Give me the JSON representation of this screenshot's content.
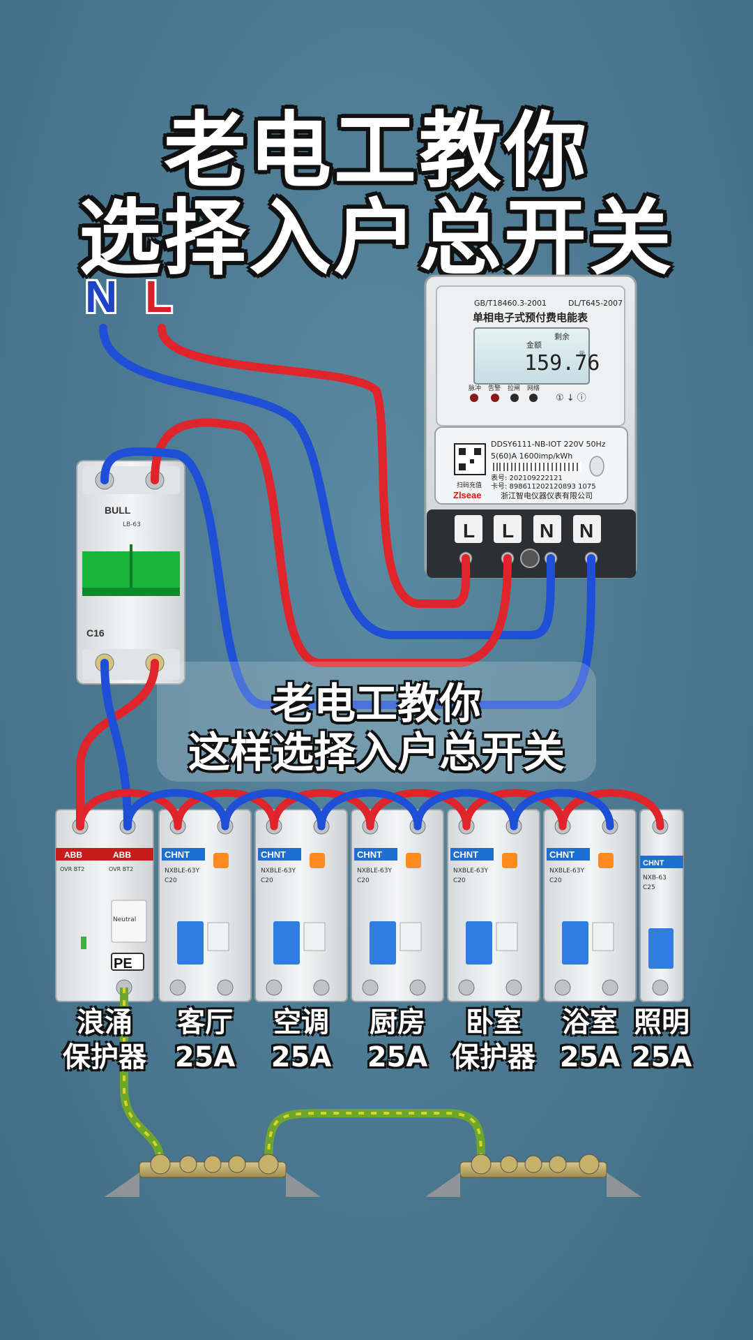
{
  "title": {
    "line1": "老电工教你",
    "line2": "选择入户总开关"
  },
  "wires": {
    "neutral_label": "N",
    "live_label": "L",
    "neutral_color": "#1f4fd6",
    "live_color": "#e0242c",
    "earth_color": "#8cc63f"
  },
  "meter": {
    "standard_left": "GB/T18460.3-2001",
    "standard_right": "DL/T645-2007",
    "name": "单相电子式预付费电能表",
    "screen_label1": "剩余",
    "screen_label2": "金额",
    "reading": "159.76",
    "reading_unit": "元",
    "indicators": [
      "脉冲",
      "告警",
      "拉闸",
      "网络"
    ],
    "model": "DDSY6111-NB-IOT  220V  50Hz",
    "current": "5(60)A  1600imp/kWh",
    "serial_label": "表号: 202109222121",
    "card_label": "卡号: 898611202120893 1075",
    "scan_label": "扫码充值",
    "brand": "Zlseae",
    "company": "浙江智电仪器仪表有限公司",
    "terminals": [
      "L",
      "L",
      "N",
      "N"
    ]
  },
  "main_switch": {
    "brand": "BULL",
    "model": "LB-63",
    "rating": "C16"
  },
  "caption": {
    "line1": "老电工教你",
    "line2": "这样选择入户总开关"
  },
  "spd": {
    "brand": "ABB",
    "model": "OVR BT2",
    "neutral_label": "Neutral",
    "pe_label": "PE"
  },
  "rcbo": {
    "brand": "CHNT",
    "model": "NXBLE-63Y",
    "rating": "C20"
  },
  "mcb": {
    "brand": "CHNT",
    "model": "NXB-63",
    "rating": "C25"
  },
  "breaker_labels": [
    {
      "line1": "浪涌",
      "line2": "保护器"
    },
    {
      "line1": "客厅",
      "line2": "25A"
    },
    {
      "line1": "空调",
      "line2": "25A"
    },
    {
      "line1": "厨房",
      "line2": "25A"
    },
    {
      "line1": "卧室",
      "line2": "保护器"
    },
    {
      "line1": "浴室",
      "line2": "25A"
    },
    {
      "line1": "照明",
      "line2": "25A"
    }
  ]
}
